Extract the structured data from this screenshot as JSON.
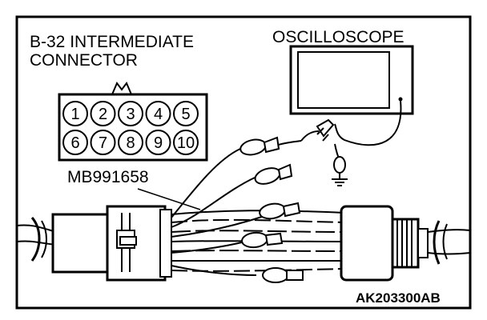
{
  "connector": {
    "title_line1": "B-32 INTERMEDIATE",
    "title_line2": "CONNECTOR",
    "pins_top": [
      "1",
      "2",
      "3",
      "4",
      "5"
    ],
    "pins_bottom": [
      "6",
      "7",
      "8",
      "9",
      "10"
    ]
  },
  "oscilloscope": {
    "label": "OSCILLOSCOPE"
  },
  "tool": {
    "label": "MB991658"
  },
  "figure": {
    "code": "AK203300AB"
  },
  "colors": {
    "line": "#000000",
    "background": "#ffffff"
  }
}
